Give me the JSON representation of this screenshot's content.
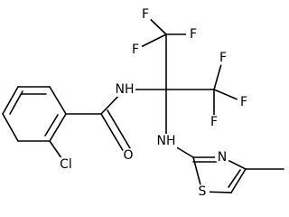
{
  "diagram": {
    "type": "chemical-structure",
    "labels": {
      "f1": "F",
      "f2": "F",
      "f3": "F",
      "f4": "F",
      "f5": "F",
      "f6": "F",
      "nh_amide": "NH",
      "nh_amine": "NH",
      "o": "O",
      "cl": "Cl",
      "n_thiazole": "N",
      "s_thiazole": "S"
    }
  }
}
